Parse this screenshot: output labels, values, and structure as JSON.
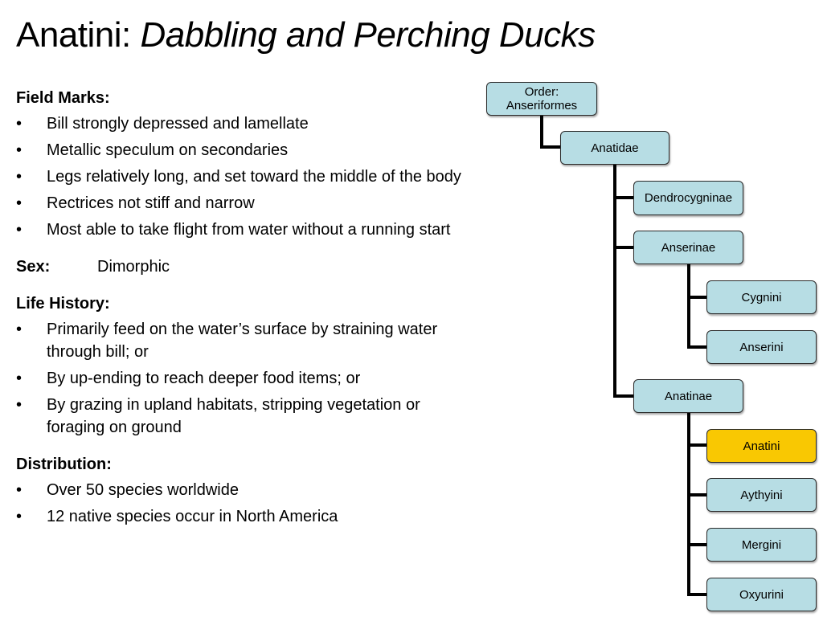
{
  "title": {
    "prefix": "Anatini: ",
    "italic": "Dabbling and Perching Ducks"
  },
  "field_marks": {
    "heading": "Field Marks:",
    "items": [
      "Bill strongly depressed and lamellate",
      "Metallic speculum on secondaries",
      "Legs relatively long, and set toward the middle of the body",
      "Rectrices not stiff and narrow",
      "Most able to take flight from water without a running start"
    ]
  },
  "sex": {
    "label": "Sex:",
    "value": "Dimorphic"
  },
  "life_history": {
    "heading": "Life History:",
    "items": [
      "Primarily feed on the water’s surface by straining water through bill; or",
      "By up-ending to reach deeper food items; or",
      "By grazing in upland habitats, stripping vegetation or foraging on ground"
    ]
  },
  "distribution": {
    "heading": "Distribution:",
    "items": [
      "Over 50 species worldwide",
      "12 native species occur in North America"
    ]
  },
  "bullet_glyph": "•",
  "taxonomy": {
    "order": "Order:\nAnseriformes",
    "family": "Anatidae",
    "dendrocygninae": "Dendrocygninae",
    "anserinae": "Anserinae",
    "cygnini": "Cygnini",
    "anserini": "Anserini",
    "anatinae": "Anatinae",
    "anatini": "Anatini",
    "aythyini": "Aythyini",
    "mergini": "Mergini",
    "oxyurini": "Oxyurini",
    "highlight_color": "#f9c802",
    "node_color": "#b7dde4"
  }
}
